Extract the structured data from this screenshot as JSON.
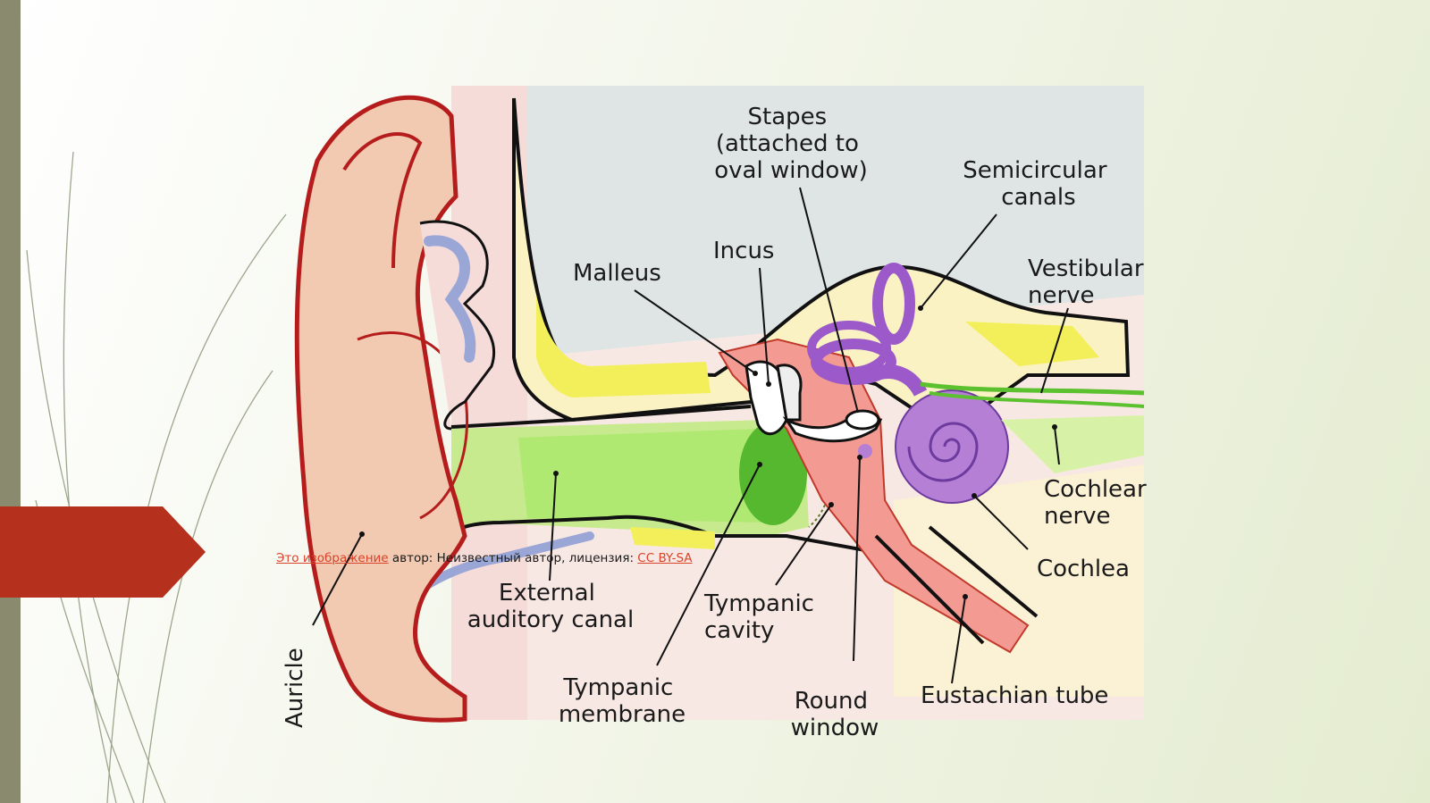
{
  "diagram": {
    "labels": {
      "stapes": [
        "Stapes",
        "(attached to",
        "oval window)"
      ],
      "semicircular": [
        "Semicircular",
        "canals"
      ],
      "incus": "Incus",
      "malleus": "Malleus",
      "vestibular": [
        "Vestibular",
        "nerve"
      ],
      "cochlear_nerve": [
        "Cochlear",
        "nerve"
      ],
      "cochlea": "Cochlea",
      "external_canal": [
        "External",
        "auditory canal"
      ],
      "tympanic_cavity": [
        "Tympanic",
        "cavity"
      ],
      "tympanic_membrane": [
        "Tympanic",
        "membrane"
      ],
      "round_window": [
        "Round",
        "window"
      ],
      "eustachian": "Eustachian tube",
      "auricle": "Auricle"
    }
  },
  "attribution": {
    "link1": "Это изображение",
    "middle": " автор: Неизвестный автор, лицензия: ",
    "link2": "CC BY-SA"
  },
  "colors": {
    "bar": "#8a8a6e",
    "arrow": "#b5301d",
    "link": "#d9432a",
    "outline": "#b51d1d"
  }
}
